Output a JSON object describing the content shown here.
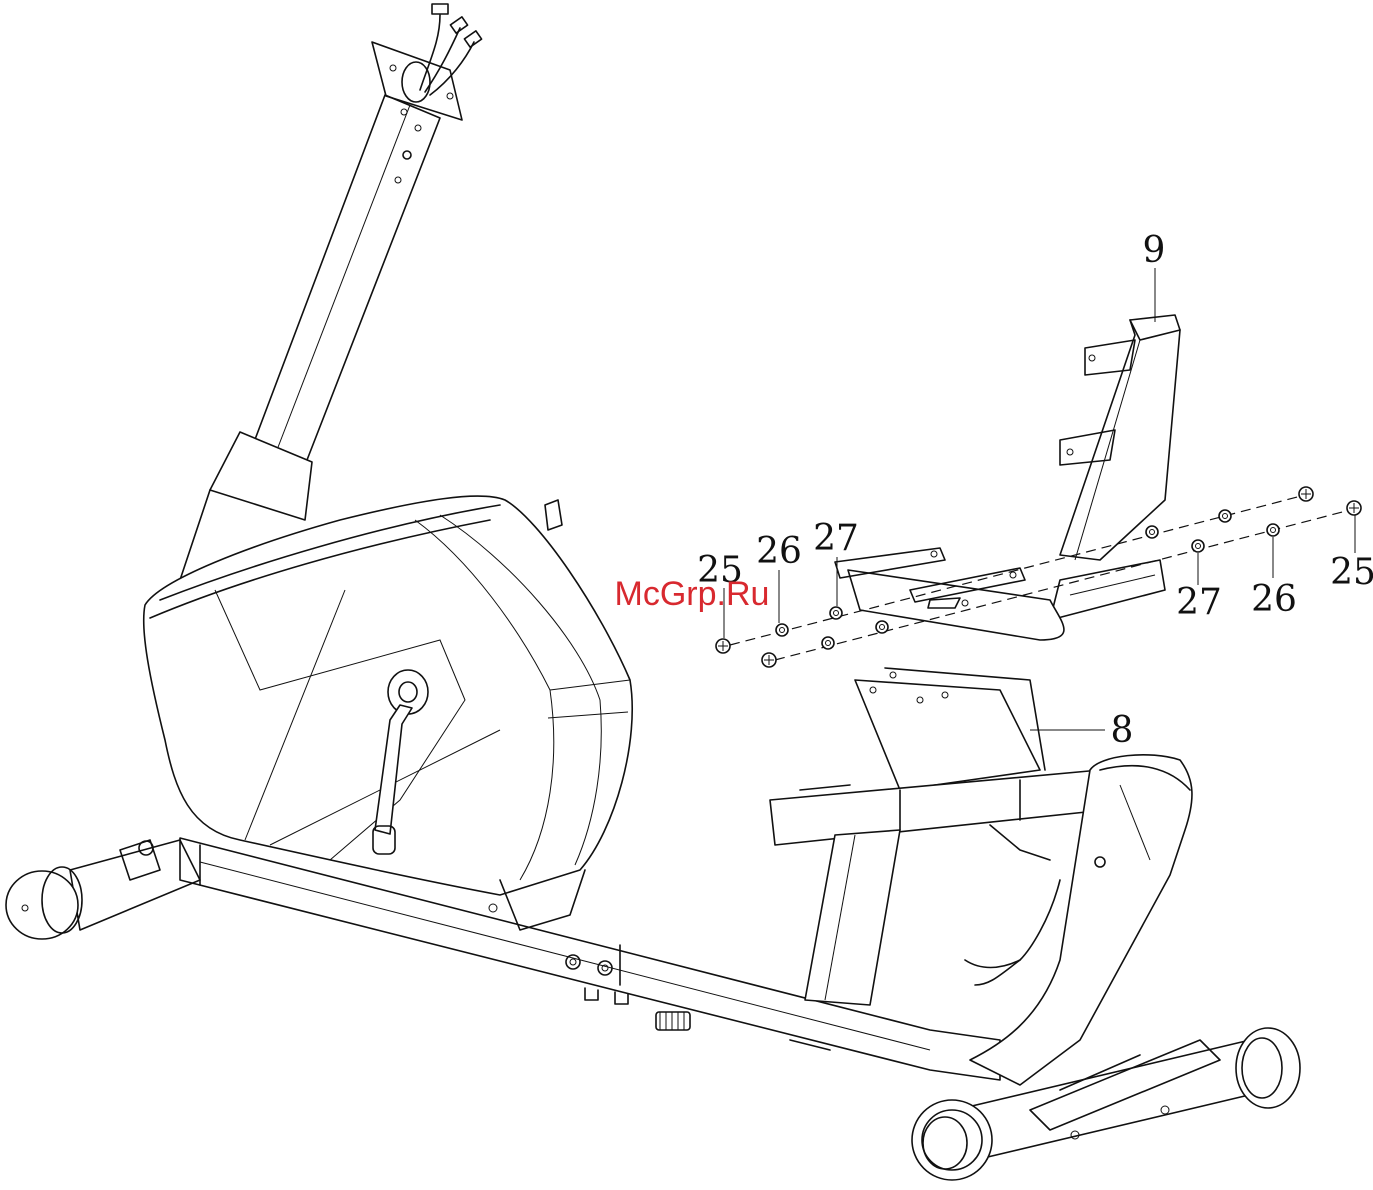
{
  "watermark": "McGrp.Ru",
  "callouts": {
    "part_9": "9",
    "part_8": "8",
    "left_25": "25",
    "left_26": "26",
    "left_27": "27",
    "right_27": "27",
    "right_26": "26",
    "right_25": "25"
  },
  "colors": {
    "line": "#111111",
    "background": "#ffffff",
    "watermark": "#d8292f"
  }
}
